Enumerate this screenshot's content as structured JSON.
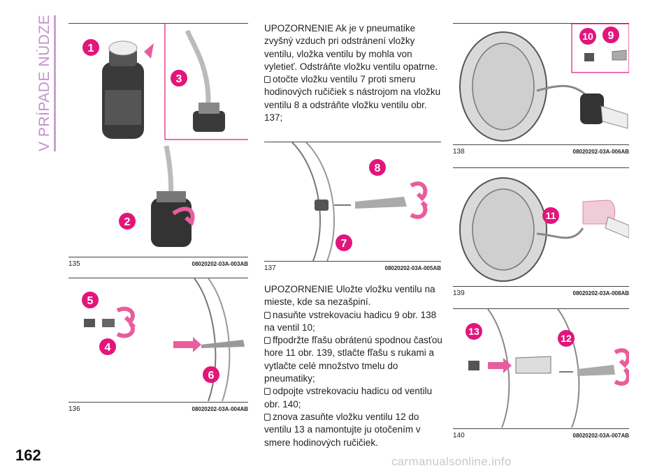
{
  "section_title": "V PRÍPADE NÚDZE",
  "page_number": "162",
  "colors": {
    "accent": "#c390cd",
    "badge": "#e2157b",
    "arrow": "#e85d9d"
  },
  "figures": [
    {
      "number": "135",
      "code": "08020202-03A-003AB",
      "callouts": [
        "1",
        "3",
        "2"
      ]
    },
    {
      "number": "136",
      "code": "08020202-03A-004AB",
      "callouts": [
        "5",
        "4",
        "6"
      ]
    },
    {
      "number": "137",
      "code": "08020202-03A-005AB",
      "callouts": [
        "8",
        "7"
      ]
    },
    {
      "number": "138",
      "code": "08020202-03A-006AB",
      "callouts": [
        "10",
        "9"
      ]
    },
    {
      "number": "139",
      "code": "08020202-03A-008AB",
      "callouts": [
        "11"
      ]
    },
    {
      "number": "140",
      "code": "08020202-03A-007AB",
      "callouts": [
        "13",
        "12"
      ]
    }
  ],
  "text_block_1": {
    "warning": "UPOZORNENIE Ak je v pneumatike zvyšný vzduch pri odstránení vložky ventilu, vložka ventilu by mohla von vyletieť. Odstráňte vložku ventilu opatrne.",
    "step": "otočte vložku ventilu 7 proti smeru hodinových ručičiek s nástrojom na vložku ventilu 8 a odstráňte vložku ventilu obr. 137;"
  },
  "text_block_2": {
    "warning": "UPOZORNENIE Uložte vložku ventilu na mieste, kde sa nezašpiní.",
    "steps": [
      "nasuňte vstrekovaciu hadicu 9 obr. 138 na ventil 10;",
      "ffpodržte fľašu obrátenú spodnou časťou hore 11 obr. 139, stlačte fľašu s rukami a vytlačte celé množstvo tmelu do pneumatiky;",
      "odpojte vstrekovaciu hadicu od ventilu obr. 140;",
      "znova zasuňte vložku ventilu 12 do ventilu 13 a namontujte ju otočením v smere hodinových ručičiek."
    ]
  },
  "watermark": "carmanualsonline.info"
}
